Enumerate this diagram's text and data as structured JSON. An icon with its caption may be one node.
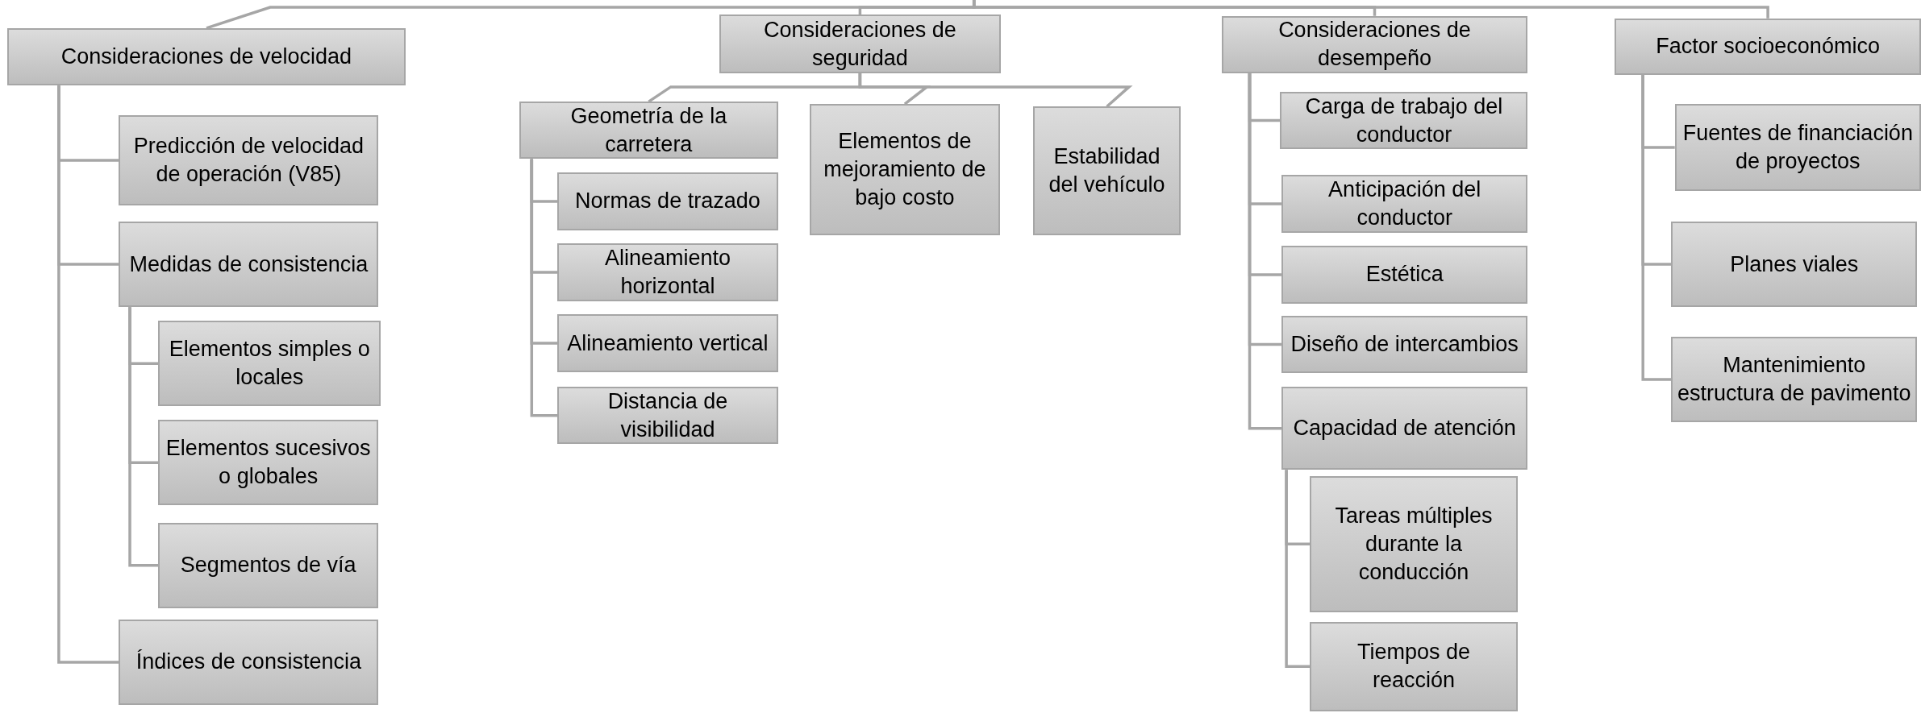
{
  "diagram": {
    "nodes": [
      {
        "text": [
          "Consideraciones de velocidad"
        ]
      },
      {
        "text": [
          "Predicción de velocidad de operación (V85)"
        ]
      },
      {
        "text": [
          "Medidas de consistencia"
        ]
      },
      {
        "text": [
          "Elementos simples o locales"
        ]
      },
      {
        "text": [
          "Elementos sucesivos o globales"
        ]
      },
      {
        "text": [
          "Segmentos de vía"
        ]
      },
      {
        "text": [
          "Índices de consistencia"
        ]
      },
      {
        "text": [
          "Consideraciones de seguridad"
        ]
      },
      {
        "text": [
          "Geometría de la carretera"
        ]
      },
      {
        "text": [
          "Normas de trazado"
        ]
      },
      {
        "text": [
          "Alineamiento horizontal"
        ]
      },
      {
        "text": [
          "Alineamiento vertical"
        ]
      },
      {
        "text": [
          "Distancia de visibilidad"
        ]
      },
      {
        "text": [
          "Elementos de mejoramiento de bajo costo"
        ]
      },
      {
        "text": [
          "Estabilidad del vehículo"
        ]
      },
      {
        "text": [
          "Consideraciones de desempeño"
        ]
      },
      {
        "text": [
          "Carga de trabajo del conductor"
        ]
      },
      {
        "text": [
          "Anticipación del conductor"
        ]
      },
      {
        "text": [
          "Estética"
        ]
      },
      {
        "text": [
          "Diseño de intercambios"
        ]
      },
      {
        "text": [
          "Capacidad de atención"
        ]
      },
      {
        "text": [
          "Tareas múltiples durante la conducción"
        ]
      },
      {
        "text": [
          "Tiempos de reacción"
        ]
      },
      {
        "text": [
          "Factor socioeconómico"
        ]
      },
      {
        "text": [
          "Fuentes de financiación de proyectos"
        ]
      },
      {
        "text": [
          "Planes viales"
        ]
      },
      {
        "text": [
          "Mantenimiento estructura de pavimento"
        ]
      }
    ],
    "edges": [
      {
        "from": null,
        "to": 0,
        "arrow": "none"
      },
      {
        "from": null,
        "to": 7,
        "arrow": "none"
      },
      {
        "from": null,
        "to": 15,
        "arrow": "none"
      },
      {
        "from": null,
        "to": 23,
        "arrow": "none"
      },
      {
        "from": 0,
        "to": 1,
        "arrow": "none"
      },
      {
        "from": 0,
        "to": 2,
        "arrow": "none"
      },
      {
        "from": 2,
        "to": 3,
        "arrow": "none"
      },
      {
        "from": 2,
        "to": 4,
        "arrow": "none"
      },
      {
        "from": 2,
        "to": 5,
        "arrow": "none"
      },
      {
        "from": 0,
        "to": 6,
        "arrow": "none"
      },
      {
        "from": 7,
        "to": 8,
        "arrow": "none"
      },
      {
        "from": 8,
        "to": 9,
        "arrow": "none"
      },
      {
        "from": 8,
        "to": 10,
        "arrow": "none"
      },
      {
        "from": 8,
        "to": 11,
        "arrow": "none"
      },
      {
        "from": 8,
        "to": 12,
        "arrow": "none"
      },
      {
        "from": 7,
        "to": 13,
        "arrow": "none"
      },
      {
        "from": 7,
        "to": 14,
        "arrow": "none"
      },
      {
        "from": 15,
        "to": 16,
        "arrow": "none"
      },
      {
        "from": 15,
        "to": 17,
        "arrow": "none"
      },
      {
        "from": 15,
        "to": 18,
        "arrow": "none"
      },
      {
        "from": 15,
        "to": 19,
        "arrow": "none"
      },
      {
        "from": 15,
        "to": 20,
        "arrow": "none"
      },
      {
        "from": 20,
        "to": 21,
        "arrow": "none"
      },
      {
        "from": 20,
        "to": 22,
        "arrow": "none"
      },
      {
        "from": 23,
        "to": 24,
        "arrow": "none"
      },
      {
        "from": 23,
        "to": 25,
        "arrow": "none"
      },
      {
        "from": 23,
        "to": 26,
        "arrow": "none"
      }
    ]
  }
}
